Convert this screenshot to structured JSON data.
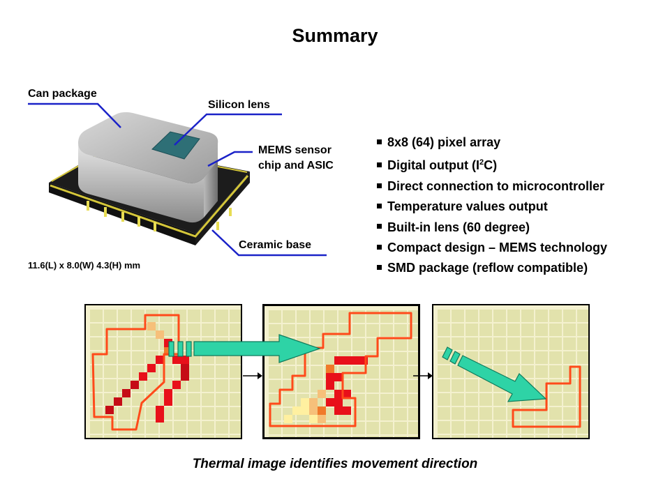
{
  "slide": {
    "title": "Summary"
  },
  "product": {
    "labels": {
      "can_package": "Can package",
      "silicon_lens": "Silicon lens",
      "mems_line1": "MEMS sensor",
      "mems_line2": "chip and ASIC",
      "ceramic_base": "Ceramic base"
    },
    "dimensions": "11.6(L) x 8.0(W) 4.3(H) mm",
    "colors": {
      "leader_line": "#1a22c8",
      "lens": "#2e6f76",
      "gold_trim": "#d4c63a"
    }
  },
  "features": {
    "items": [
      {
        "text": "8x8 (64) pixel array",
        "sup": "",
        "after": ""
      },
      {
        "text": "Digital output (I",
        "sup": "2",
        "after": "C)"
      },
      {
        "text": "Direct connection to microcontroller",
        "sup": "",
        "after": ""
      },
      {
        "text": "Temperature values output",
        "sup": "",
        "after": ""
      },
      {
        "text": "Built-in lens (60 degree)",
        "sup": "",
        "after": ""
      },
      {
        "text": "Compact design – MEMS technology",
        "sup": "",
        "after": ""
      },
      {
        "text": "SMD package (reflow  compatible)",
        "sup": "",
        "after": ""
      }
    ]
  },
  "thermal": {
    "caption": "Thermal image identifies movement direction",
    "colors": {
      "outline": "#ff4a1a",
      "motion_arrow": "#2ed3a6",
      "hot": "#e8101a",
      "warm": "#f07a2a",
      "mild": "#f6c07a",
      "pale": "#fff0a0"
    }
  }
}
